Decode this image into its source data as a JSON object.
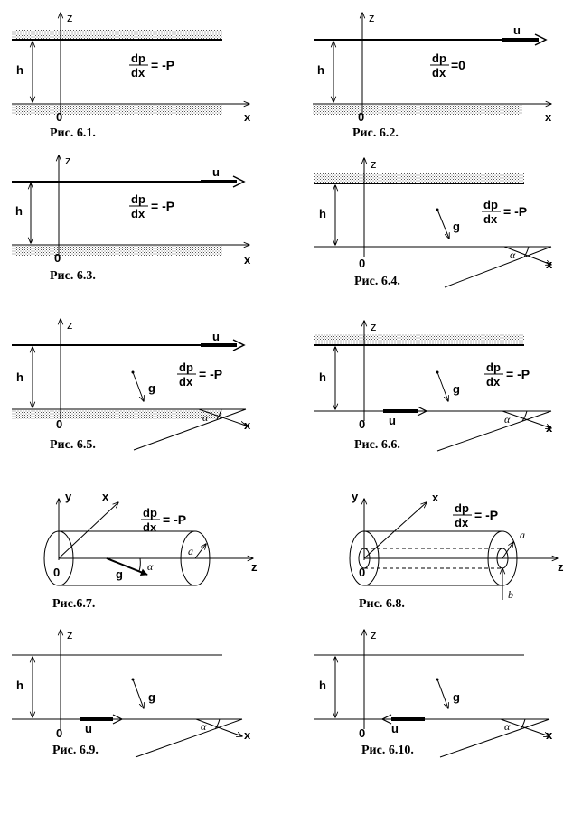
{
  "labels": {
    "axis_x": "x",
    "axis_z": "z",
    "axis_y": "y",
    "height": "h",
    "origin": "0",
    "velocity": "u",
    "gravity": "g",
    "angle": "α",
    "radius_a": "a",
    "radius_b": "b",
    "dp": "dp",
    "dx": "dx",
    "minus_p": "= -P",
    "zero": "=0"
  },
  "figures": [
    {
      "caption": "Рис. 6.1."
    },
    {
      "caption": "Рис. 6.2."
    },
    {
      "caption": "Рис. 6.3."
    },
    {
      "caption": "Рис. 6.4."
    },
    {
      "caption": "Рис. 6.5."
    },
    {
      "caption": "Рис. 6.6."
    },
    {
      "caption": "Рис.6.7."
    },
    {
      "caption": "Рис. 6.8."
    },
    {
      "caption": "Рис. 6.9."
    },
    {
      "caption": "Рис. 6.10."
    }
  ]
}
